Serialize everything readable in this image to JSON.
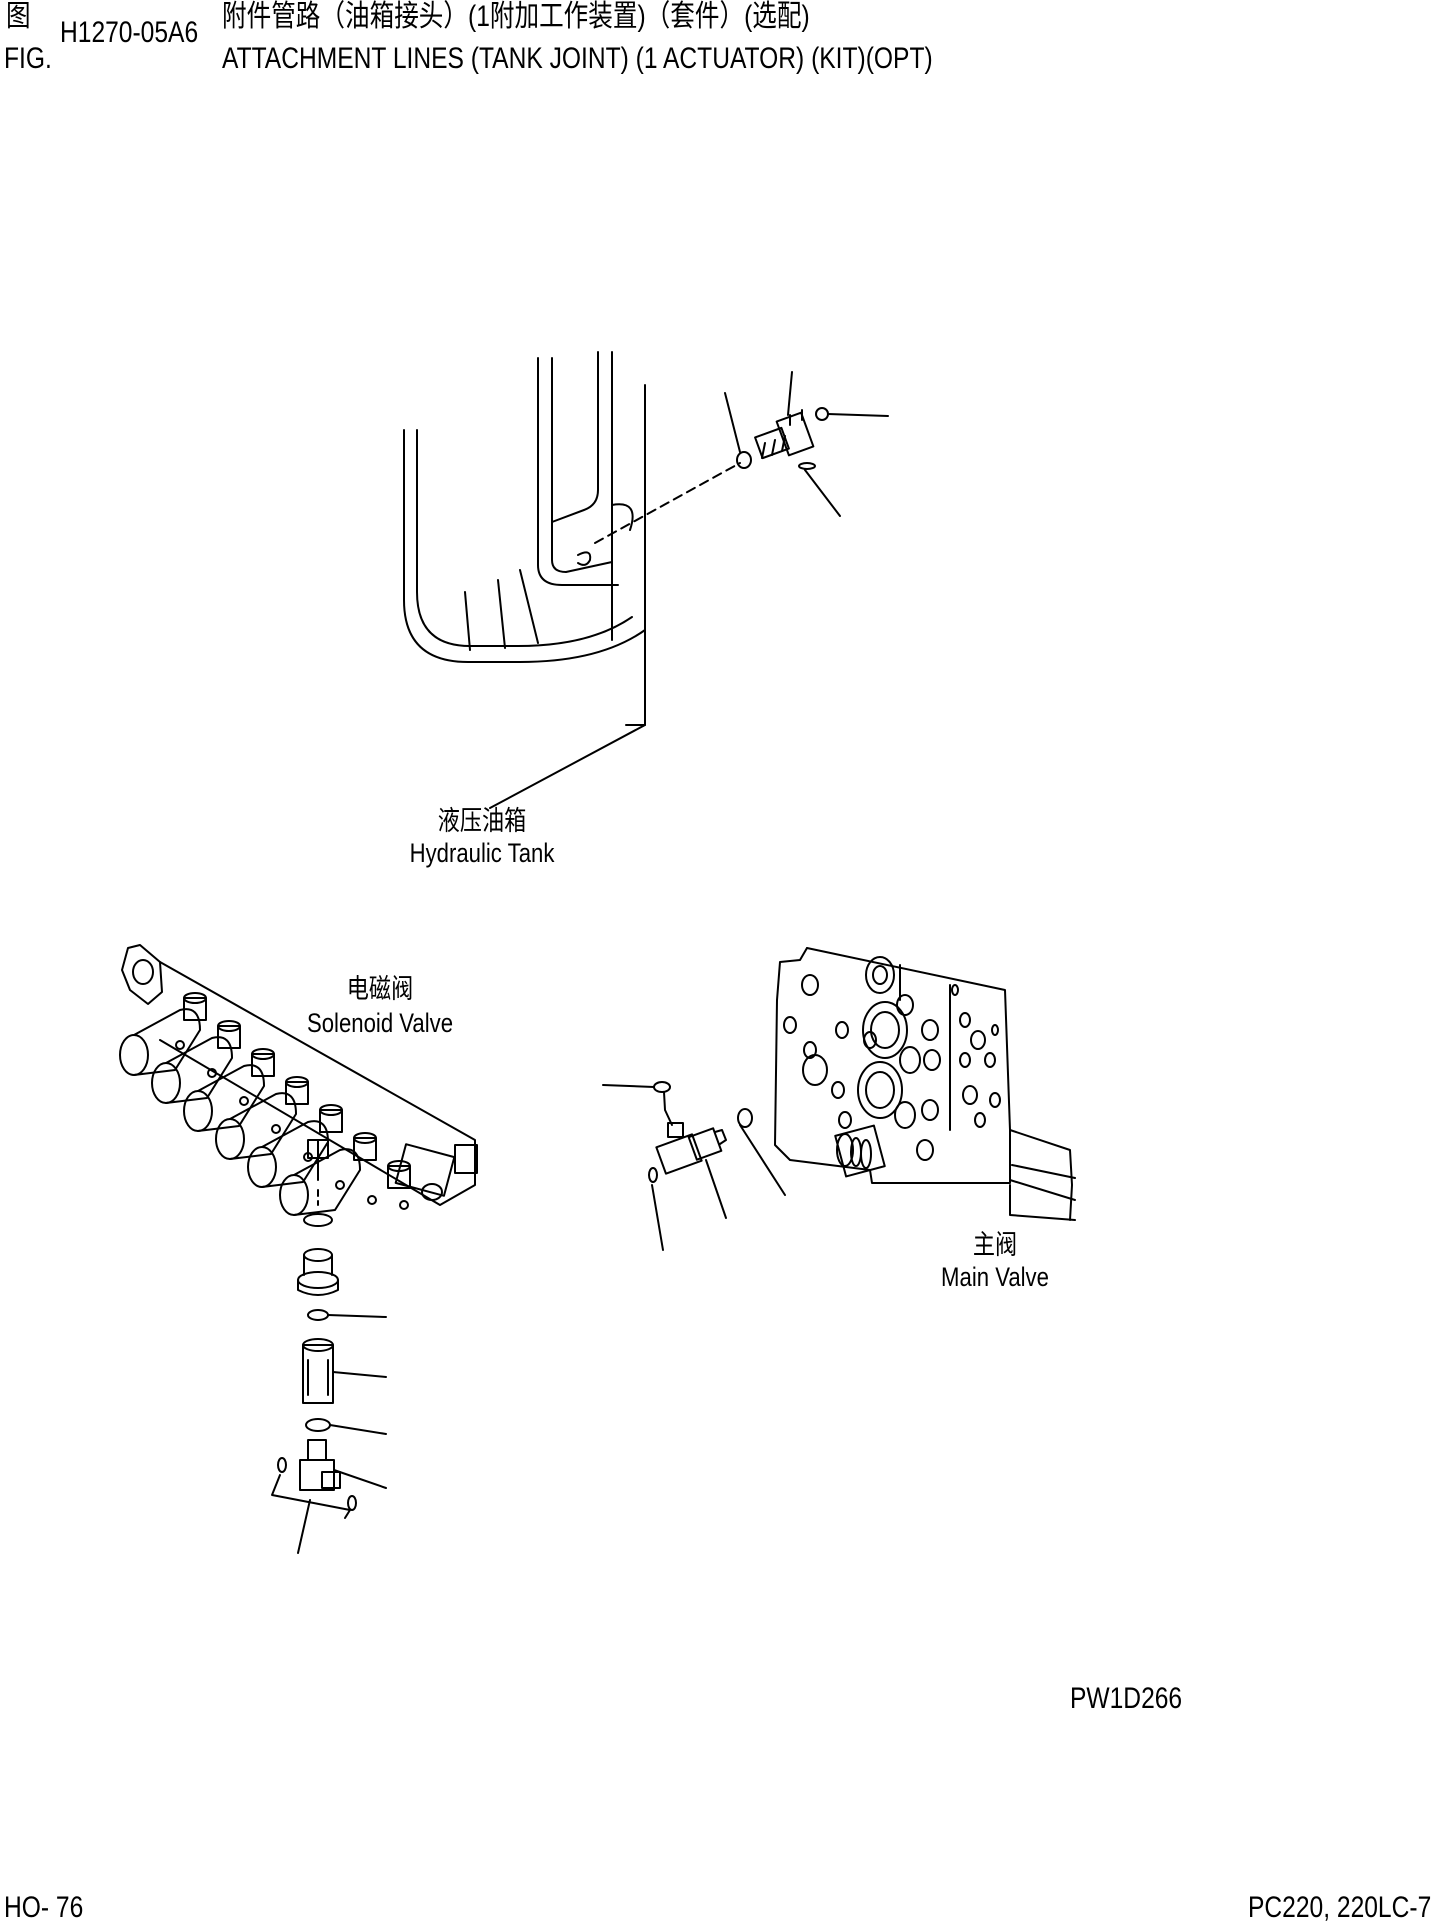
{
  "header": {
    "fig_cn": "图",
    "fig_en": "FIG.",
    "fig_number": "H1270-05A6",
    "title_cn": "附件管路（油箱接头）(1附加工作装置)（套件）(选配)",
    "title_en": "ATTACHMENT LINES (TANK JOINT) (1 ACTUATOR) (KIT)(OPT)"
  },
  "labels": {
    "hydraulic_tank_cn": "液压油箱",
    "hydraulic_tank_en": "Hydraulic Tank",
    "solenoid_valve_cn": "电磁阀",
    "solenoid_valve_en": "Solenoid Valve",
    "main_valve_cn": "主阀",
    "main_valve_en": "Main Valve"
  },
  "drawing_code": "PW1D266",
  "footer": {
    "page": "HO- 76",
    "model": "PC220, 220LC-7"
  }
}
